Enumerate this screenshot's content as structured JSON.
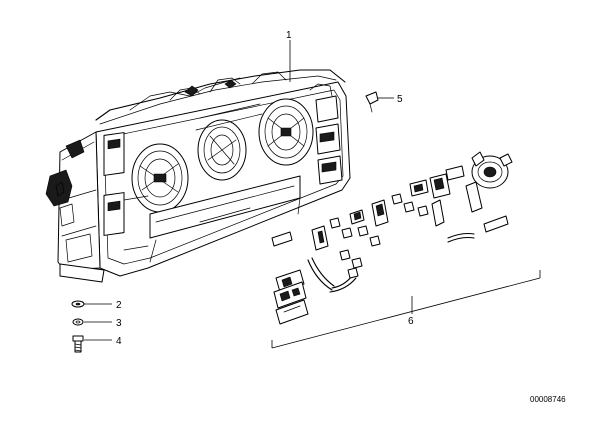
{
  "callouts": {
    "c1": "1",
    "c2": "2",
    "c3": "3",
    "c4": "4",
    "c5": "5",
    "c6": "6"
  },
  "document_number": "00008746"
}
